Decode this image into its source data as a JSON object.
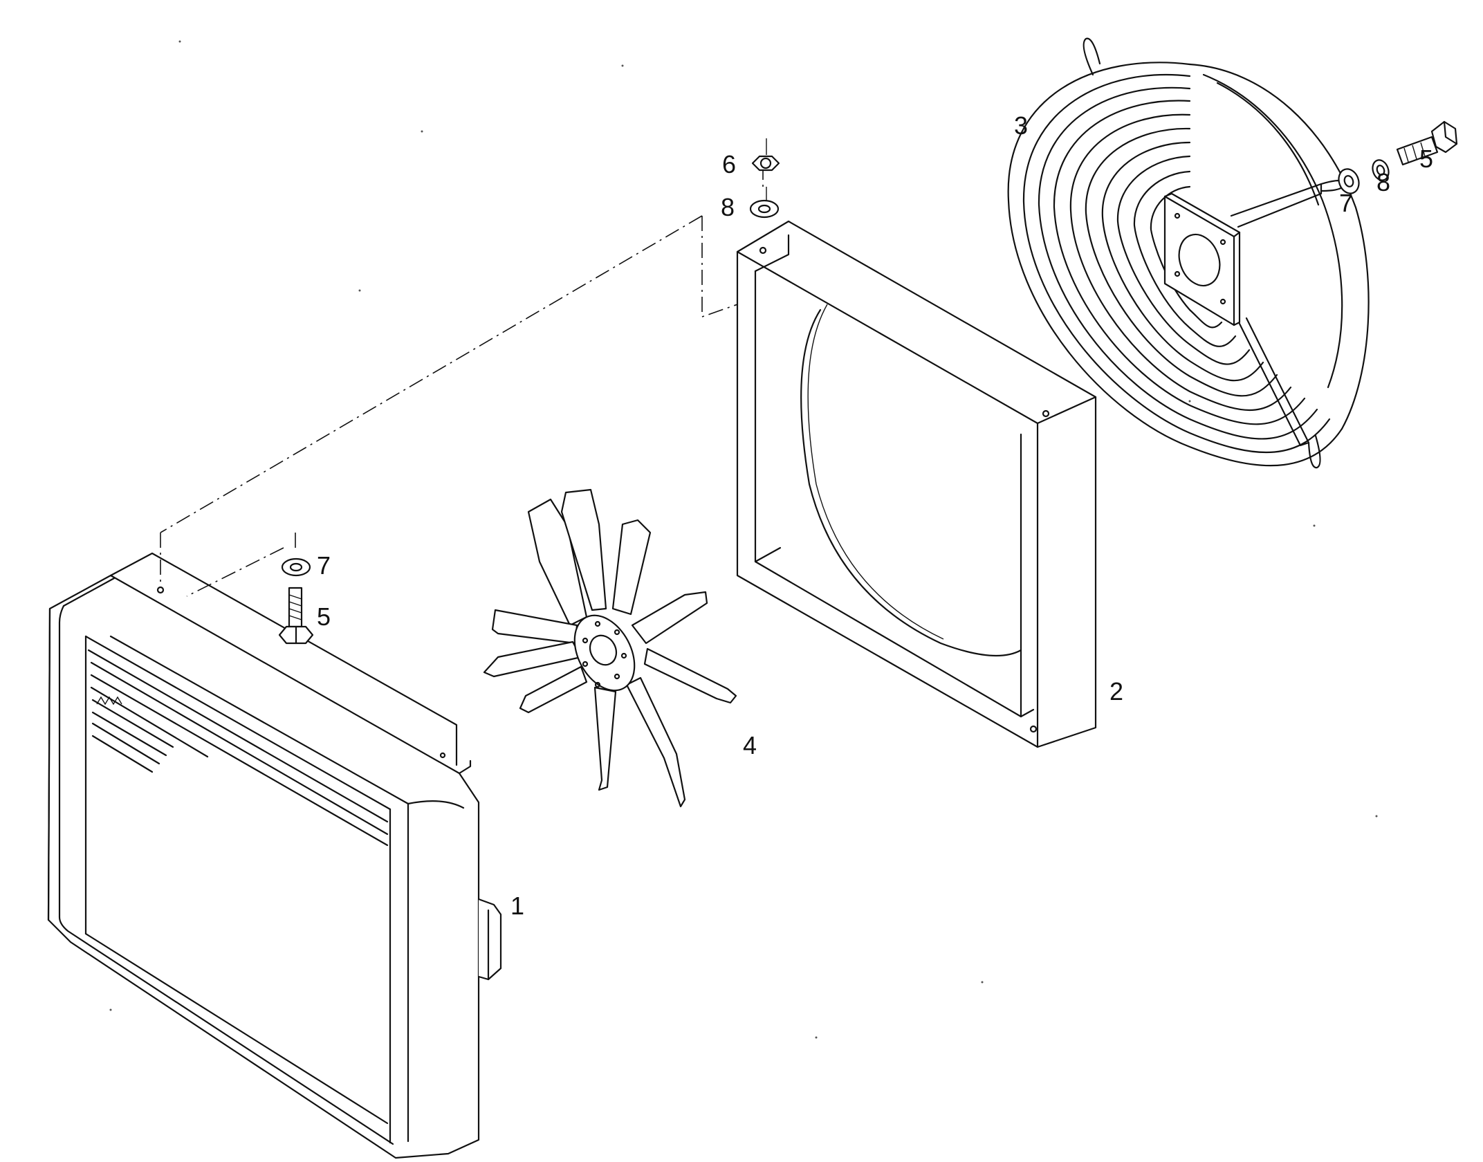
{
  "callouts": {
    "radiator": "1",
    "fan_shroud": "2",
    "fan_guard": "3",
    "fan_blade": "4",
    "bolt_top": "5",
    "bolt_left": "5",
    "nut_top": "6",
    "washer_top": "7",
    "washer_left": "7",
    "lock_washer_top": "8",
    "lock_washer_mid": "8"
  }
}
